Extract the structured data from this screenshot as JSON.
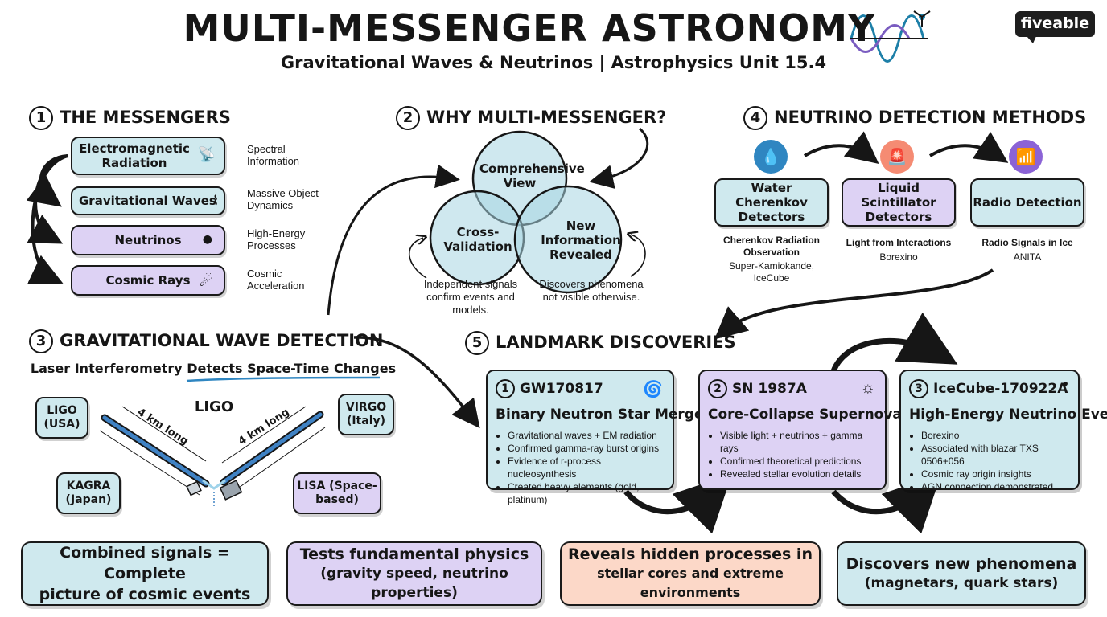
{
  "header": {
    "title": "MULTI-MESSENGER ASTRONOMY",
    "subtitle": "Gravitational Waves & Neutrinos | Astrophysics Unit 15.4",
    "logo": "fiveable"
  },
  "messengers": {
    "number": "1",
    "heading": "THE MESSENGERS",
    "items": [
      {
        "label": "Electromagnetic Radiation",
        "note": "Spectral Information",
        "icon": "antenna-icon"
      },
      {
        "label": "Gravitational Waves",
        "note": "Massive Object Dynamics",
        "icon": "waveform-icon"
      },
      {
        "label": "Neutrinos",
        "note": "High-Energy Processes",
        "icon": "particle-icon"
      },
      {
        "label": "Cosmic Rays",
        "note": "Cosmic Acceleration",
        "icon": "ray-icon"
      }
    ]
  },
  "why": {
    "number": "2",
    "heading": "WHY MULTI-MESSENGER?",
    "top": "Comprehensive View",
    "left": "Cross-Validation",
    "right": "New Information Revealed",
    "left_note": "Independent signals confirm events and models.",
    "right_note": "Discovers phenomena not visible otherwise."
  },
  "gw": {
    "number": "3",
    "heading": "GRAVITATIONAL WAVE DETECTION",
    "subheading": "Laser Interferometry Detects Space-Time Changes",
    "center_label": "LIGO",
    "arm_label": "4 km long",
    "detectors": {
      "ligo": "LIGO (USA)",
      "virgo": "VIRGO (Italy)",
      "kagra": "KAGRA (Japan)",
      "lisa": "LISA (Space-based)"
    }
  },
  "neutrino": {
    "number": "4",
    "heading": "NEUTRINO DETECTION METHODS",
    "methods": [
      {
        "label": "Water Cherenkov Detectors",
        "caption": "Cherenkov Radiation Observation",
        "example": "Super-Kamiokande, IceCube",
        "icon": "water-drop-icon",
        "color": "#2f86c1"
      },
      {
        "label": "Liquid Scintillator Detectors",
        "caption": "Light from Interactions",
        "example": "Borexino",
        "icon": "alarm-light-icon",
        "color": "#f58b73"
      },
      {
        "label": "Radio Detection",
        "caption": "Radio Signals in Ice",
        "example": "ANITA",
        "icon": "radio-signal-icon",
        "color": "#8b63d6"
      }
    ]
  },
  "landmark": {
    "number": "5",
    "heading": "LANDMARK DISCOVERIES",
    "cards": [
      {
        "num": "1",
        "title": "GW170817",
        "subtitle": "Binary Neutron Star Merger",
        "icon": "merger-icon",
        "bullets": [
          "Gravitational waves + EM radiation",
          "Confirmed gamma-ray burst origins",
          "Evidence of r-process nucleosynthesis",
          "Created heavy elements (gold, platinum)"
        ]
      },
      {
        "num": "2",
        "title": "SN 1987A",
        "subtitle": "Core-Collapse Supernova",
        "icon": "sun-icon",
        "bullets": [
          "Visible light + neutrinos + gamma rays",
          "Confirmed theoretical predictions",
          "Revealed stellar evolution details"
        ]
      },
      {
        "num": "3",
        "title": "IceCube-170922A",
        "subtitle": "High-Energy Neutrino Event",
        "icon": "particle-icon",
        "bullets": [
          "Borexino",
          "Associated with blazar TXS 0506+056",
          "Cosmic ray origin insights",
          "AGN connection demonstrated"
        ]
      }
    ]
  },
  "summary": [
    {
      "line1": "Combined signals = Complete",
      "line2": "picture of cosmic events"
    },
    {
      "line1": "Tests fundamental physics",
      "line2": "(gravity speed, neutrino properties)"
    },
    {
      "line1": "Reveals hidden processes in",
      "line2": "stellar cores and extreme environments"
    },
    {
      "line1": "Discovers new phenomena",
      "line2": "(magnetars, quark stars)"
    }
  ]
}
